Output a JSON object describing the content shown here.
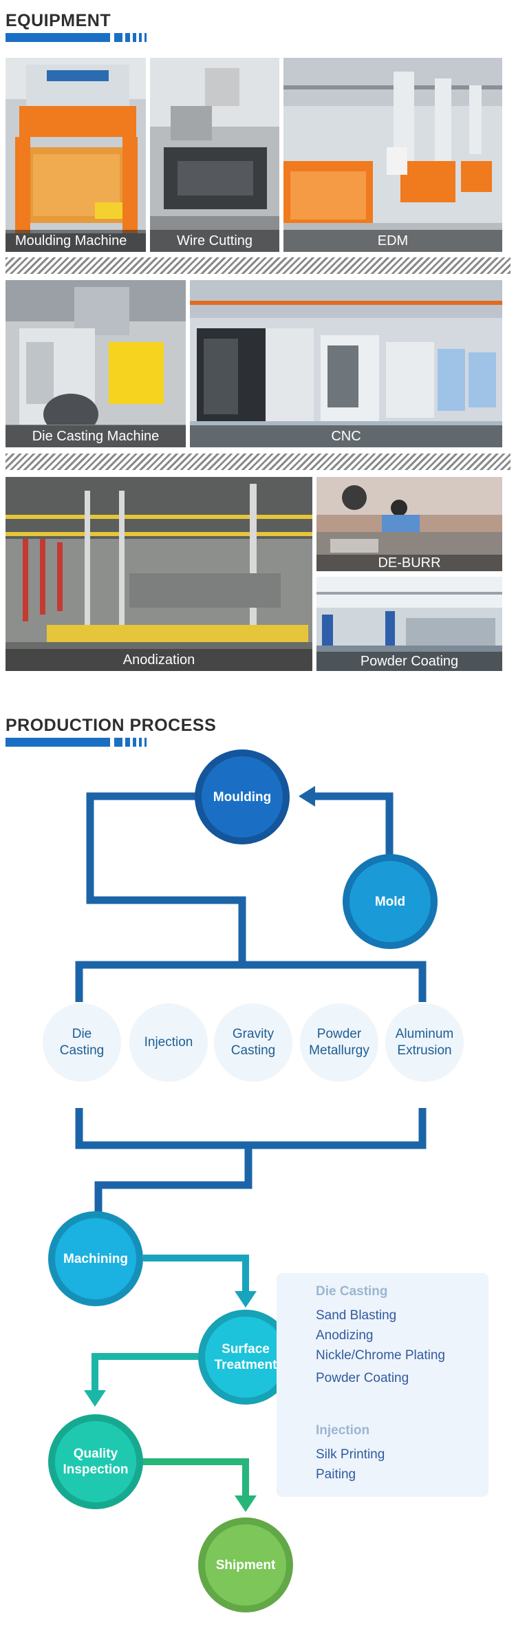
{
  "equipment": {
    "title": "EQUIPMENT",
    "photos": {
      "moulding": "Moulding Machine",
      "wire": "Wire Cutting",
      "edm": "EDM",
      "diecast": "Die Casting Machine",
      "cnc": "CNC",
      "anodization": "Anodization",
      "deburr": "DE-BURR",
      "powder": "Powder Coating"
    }
  },
  "process": {
    "title": "PRODUCTION PROCESS",
    "moulding": "Moulding",
    "mold": "Mold",
    "methods": {
      "die_casting": "Die\nCasting",
      "injection": "Injection",
      "gravity": "Gravity\nCasting",
      "powder_metallurgy": "Powder\nMetallurgy",
      "aluminum": "Aluminum\nExtrusion"
    },
    "machining": "Machining",
    "surface": "Surface\nTreatment",
    "quality": "Quality\nInspection",
    "shipment": "Shipment",
    "surface_options": {
      "die_casting_head": "Die Casting",
      "die_casting_items": [
        "Sand Blasting",
        "Anodizing",
        "Nickle/Chrome Plating",
        "Powder Coating"
      ],
      "injection_head": "Injection",
      "injection_items": [
        "Silk Printing",
        "Paiting"
      ]
    }
  },
  "colors": {
    "accent_blue": "#1a6fc4",
    "flow_line": "#1b64a8",
    "cyan": "#1bb1e0",
    "teal": "#1ec9c0",
    "green": "#7cc65a"
  }
}
